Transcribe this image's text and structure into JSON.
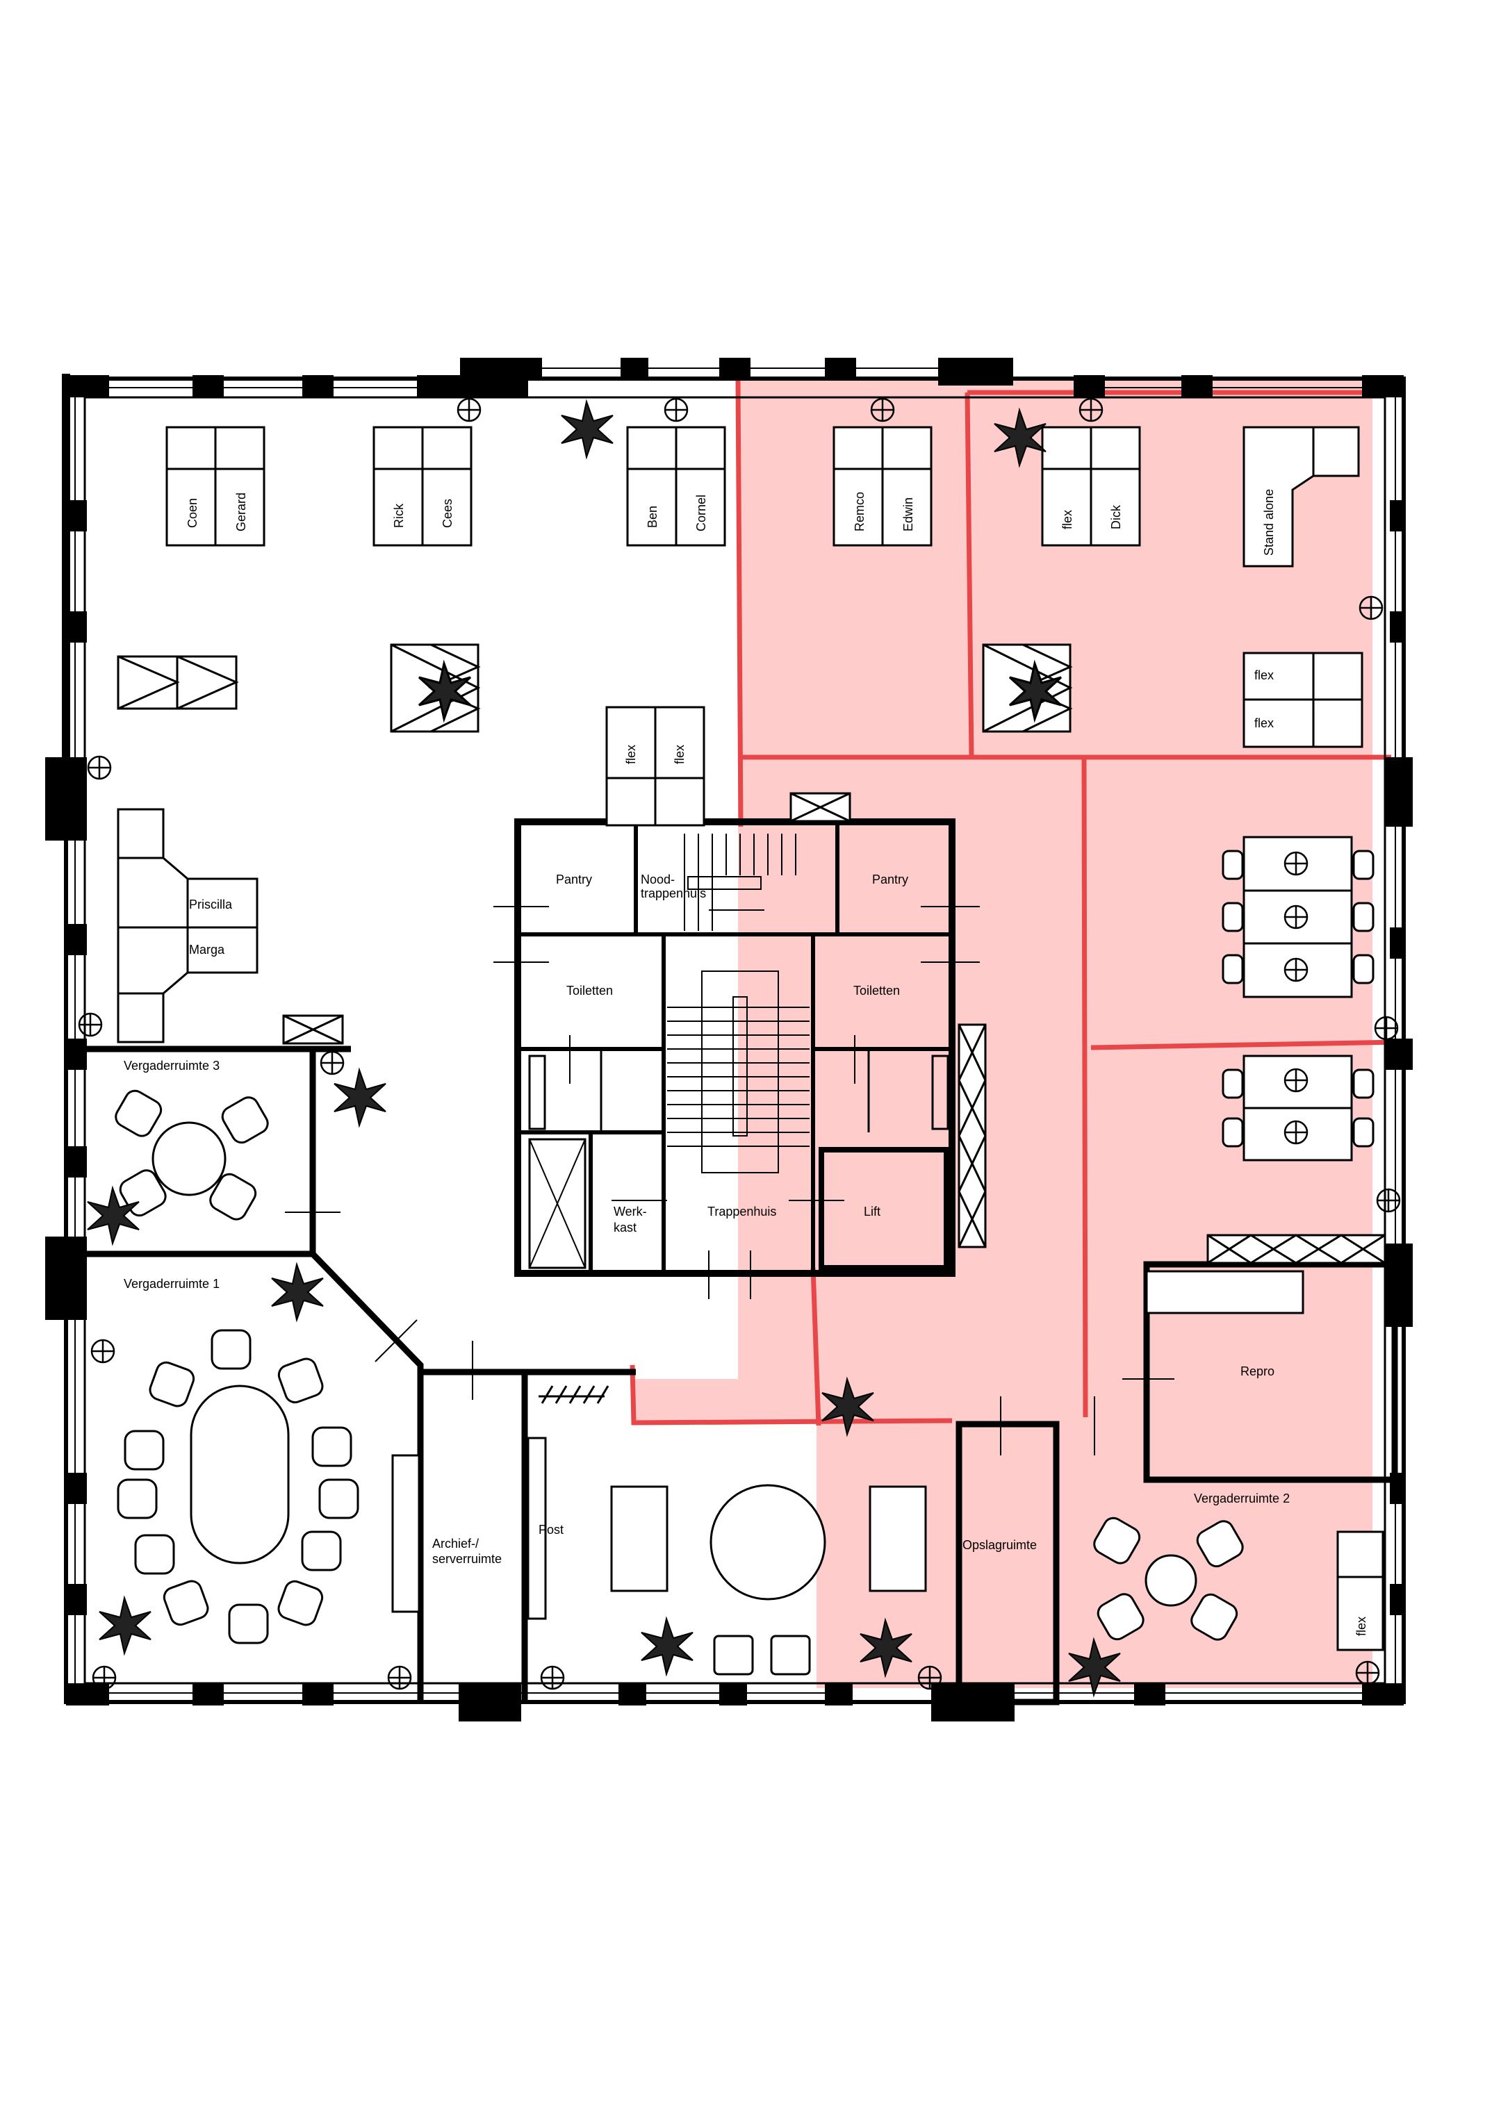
{
  "colors": {
    "wall": "#000000",
    "highlight_fill": "#ffcccc",
    "highlight_line": "#e8474a",
    "background": "#ffffff"
  },
  "rooms": {
    "pantry_left": "Pantry",
    "nood_line1": "Nood-",
    "nood_line2": "trappenhuis",
    "pantry_right": "Pantry",
    "toiletten_left": "Toiletten",
    "toiletten_right": "Toiletten",
    "werkkast_line1": "Werk-",
    "werkkast_line2": "kast",
    "trappenhuis": "Trappenhuis",
    "lift": "Lift",
    "vergaderruimte_3": "Vergaderruimte 3",
    "vergaderruimte_1": "Vergaderruimte 1",
    "vergaderruimte_2": "Vergaderruimte 2",
    "archief_line1": "Archief-/",
    "archief_line2": "serverruimte",
    "post": "Post",
    "opslagruimte": "Opslagruimte",
    "repro": "Repro"
  },
  "desks": {
    "coen": "Coen",
    "gerard": "Gerard",
    "rick": "Rick",
    "cees": "Cees",
    "ben": "Ben",
    "cornel": "Cornel",
    "remco": "Remco",
    "edwin": "Edwin",
    "flex_a": "flex",
    "dick": "Dick",
    "stand_alone": "Stand alone",
    "flex_b": "flex",
    "flex_c": "flex",
    "flex_d": "flex",
    "flex_e": "flex",
    "priscilla": "Priscilla",
    "marga": "Marga",
    "flex_f": "flex"
  }
}
